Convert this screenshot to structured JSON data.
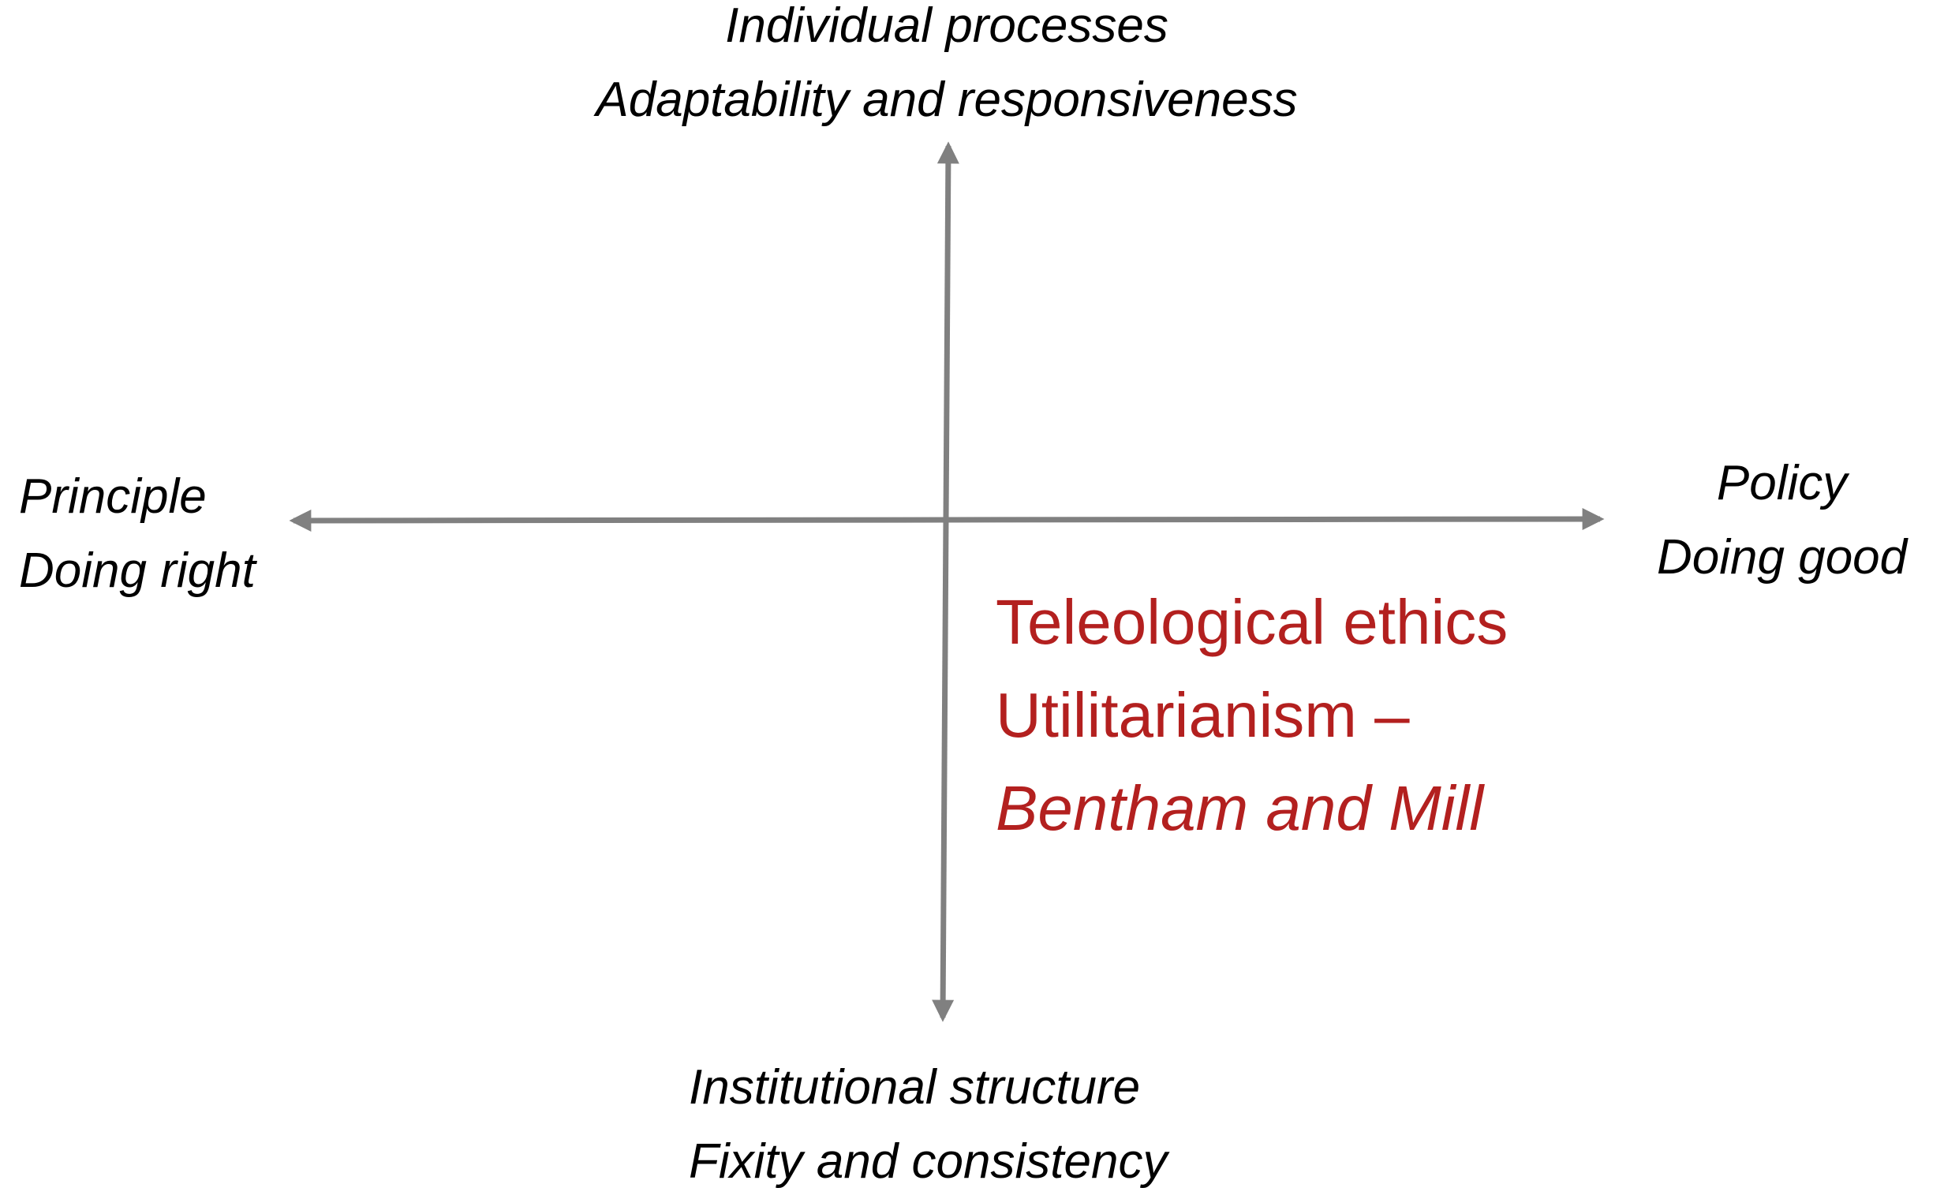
{
  "colors": {
    "axis": "#808080",
    "label_text": "#000000",
    "highlight": "#b3201f"
  },
  "axes": {
    "top": {
      "line1": "Individual processes",
      "line2": "Adaptability and responsiveness"
    },
    "bottom": {
      "line1": "Institutional structure",
      "line2": "Fixity and consistency"
    },
    "left": {
      "line1": "Principle",
      "line2": "Doing right"
    },
    "right": {
      "line1": "Policy",
      "line2": "Doing good"
    }
  },
  "quadrant": {
    "line1": "Teleological ethics",
    "line2_regular": "Utilitarianism – ",
    "line2_italic": "Bentham and Mill"
  }
}
